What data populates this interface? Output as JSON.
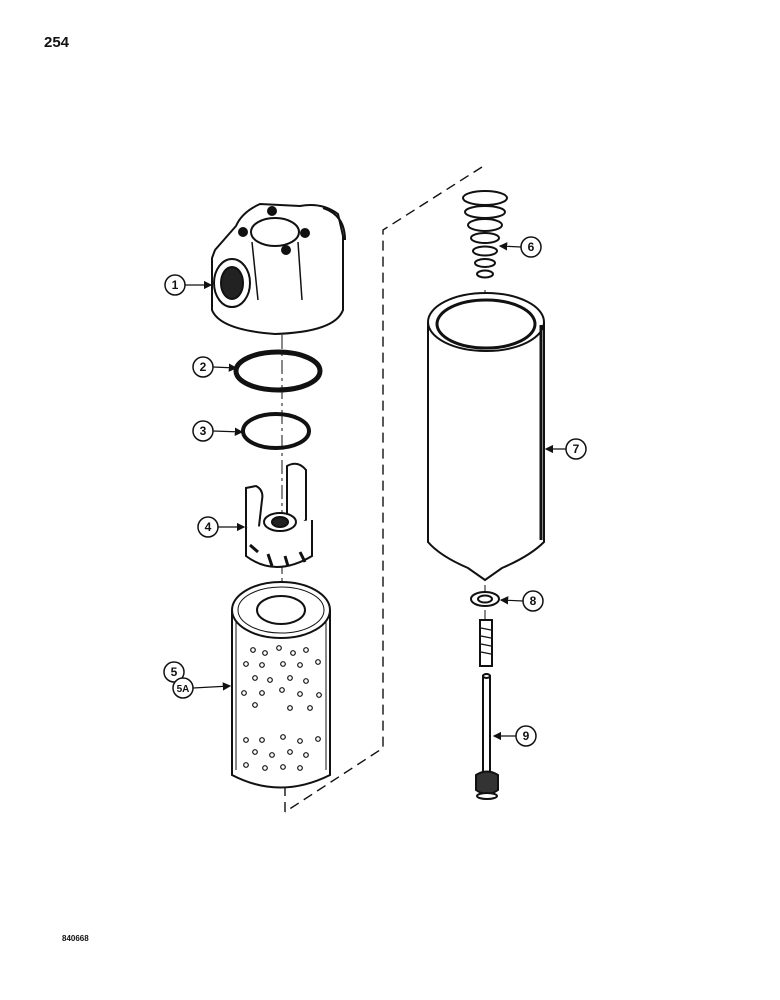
{
  "page": {
    "number": "254",
    "figure_code": "840668"
  },
  "callouts": [
    {
      "id": "c1",
      "label": "1"
    },
    {
      "id": "c2",
      "label": "2"
    },
    {
      "id": "c3",
      "label": "3"
    },
    {
      "id": "c4",
      "label": "4"
    },
    {
      "id": "c5",
      "label": "5"
    },
    {
      "id": "c5a",
      "label": "5A"
    },
    {
      "id": "c6",
      "label": "6"
    },
    {
      "id": "c7",
      "label": "7"
    },
    {
      "id": "c8",
      "label": "8"
    },
    {
      "id": "c9",
      "label": "9"
    }
  ]
}
